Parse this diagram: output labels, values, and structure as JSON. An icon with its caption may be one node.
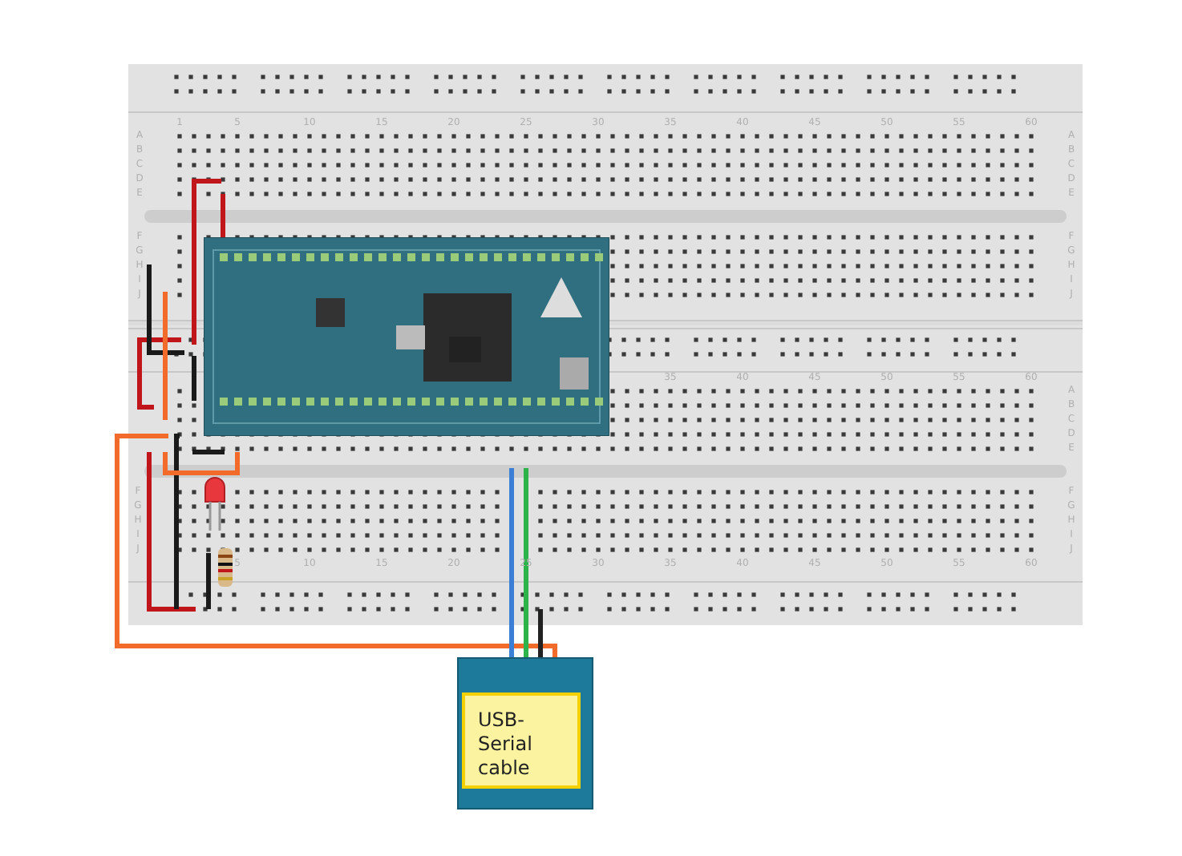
{
  "diagram": {
    "nodes": [
      {
        "text": [],
        "shape": "picture"
      },
      {
        "text": [],
        "shape": "picture",
        "in": 0
      },
      {
        "text": [],
        "shape": "picture",
        "in": 0
      },
      {
        "text": [],
        "shape": "picture",
        "in": 0
      },
      {
        "text": [
          "USB-Serial cable"
        ]
      }
    ],
    "edges": [
      {
        "from": 0,
        "to": 4,
        "arrow": "none",
        "color": "#f26b2a"
      },
      {
        "from": 0,
        "to": 4,
        "arrow": "none",
        "color": "#3a7fd5"
      },
      {
        "from": 0,
        "to": 4,
        "arrow": "none",
        "color": "#2cb34a"
      },
      {
        "from": 0,
        "to": 4,
        "arrow": "none",
        "color": "#222222"
      }
    ],
    "labels": [
      "1",
      "5",
      "10",
      "15",
      "20",
      "25",
      "30",
      "35",
      "40",
      "45",
      "50",
      "55",
      "60",
      "A",
      "A",
      "B",
      "B",
      "C",
      "C",
      "D",
      "D",
      "E",
      "E",
      "F",
      "F",
      "G",
      "G",
      "H",
      "H",
      "I",
      "I",
      "J",
      "J",
      "35",
      "40",
      "45",
      "50",
      "55",
      "60",
      "A",
      "B",
      "C",
      "D",
      "E",
      "F",
      "F",
      "G",
      "G",
      "H",
      "H",
      "I",
      "I",
      "J",
      "J",
      "5",
      "10",
      "15",
      "20",
      "25",
      "30",
      "35",
      "40",
      "45",
      "50",
      "55",
      "60"
    ]
  }
}
